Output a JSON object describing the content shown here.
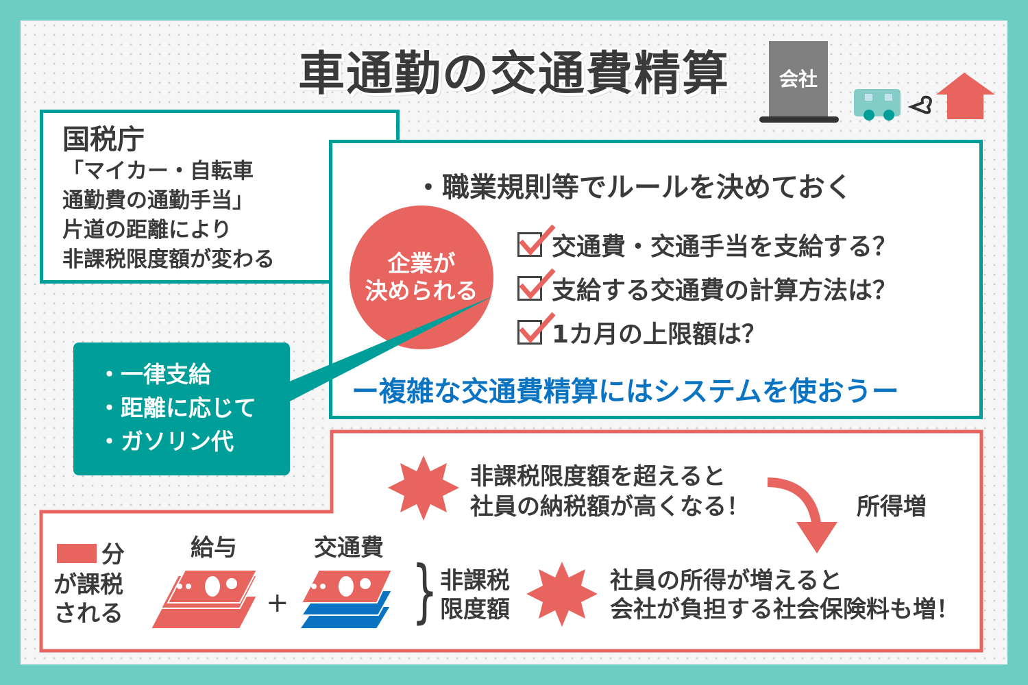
{
  "title": "車通勤の交通費精算",
  "header_icons": {
    "company_label": "会社"
  },
  "nta_box": {
    "heading": "国税庁",
    "lines": [
      "「マイカー・自転車",
      "通勤費の通勤手当」",
      "片道の距離により",
      "非課税限度額が変わる"
    ]
  },
  "rules_box": {
    "heading": "・職業規則等でルールを決めておく",
    "checklist": [
      "交通費・交通手当を支給する？",
      "支給する交通費の計算方法は？",
      "1カ月の上限額は？"
    ],
    "slogan": "ー複雑な交通費精算にはシステムを使おうー"
  },
  "circle": {
    "lines": [
      "企業が",
      "決められる"
    ]
  },
  "methods": {
    "items": [
      "・一律支給",
      "・距離に応じて",
      "・ガソリン代"
    ]
  },
  "tax_box": {
    "legend": {
      "suffix": "分",
      "lines": [
        "が課税",
        "される"
      ]
    },
    "salary_label": "給与",
    "plus": "+",
    "commute_label": "交通費",
    "brace": "}",
    "nontax_lines": [
      "非課税",
      "限度額"
    ],
    "warning1": [
      "非課税限度額を超えると",
      "社員の納税額が高くなる！"
    ],
    "income_up": "所得増",
    "warning2": [
      "社員の所得が増えると",
      "会社が負担する社会保険料も増！"
    ]
  },
  "colors": {
    "teal": "#009e99",
    "red": "#e8655f",
    "blue": "#0a73c2",
    "frame": "#6dcdc2"
  }
}
